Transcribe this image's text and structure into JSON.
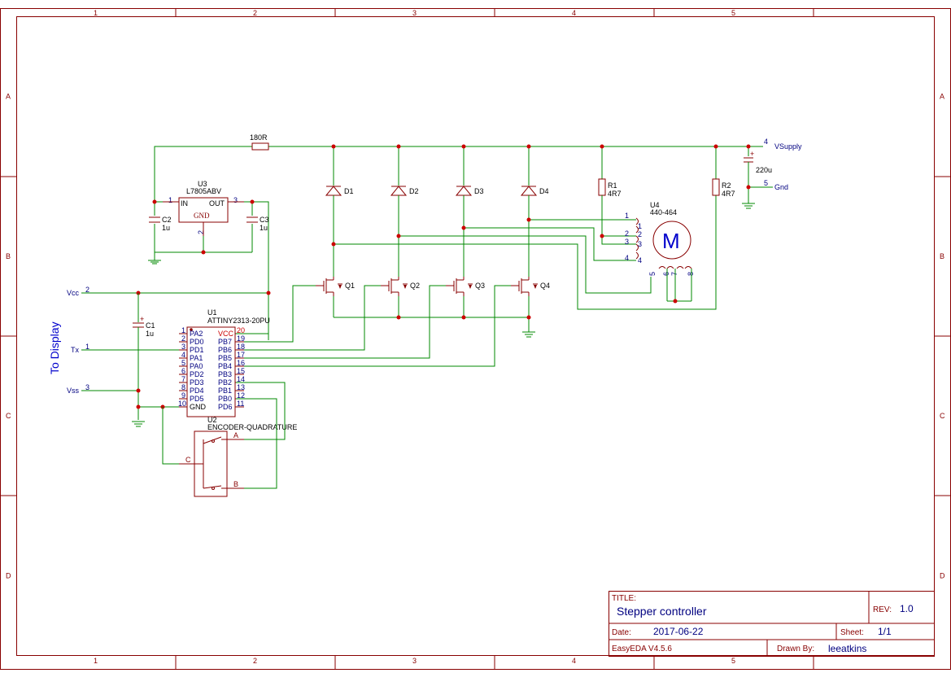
{
  "border": {
    "cols": [
      "1",
      "2",
      "3",
      "4",
      "5"
    ],
    "rows": [
      "A",
      "B",
      "C",
      "D"
    ]
  },
  "labels": {
    "to_display": "To Display",
    "r_180": "180R",
    "u3_ref": "U3",
    "u3_part": "L7805ABV",
    "u3_in": "IN",
    "u3_out": "OUT",
    "u3_gnd": "GND",
    "u3_p1": "1",
    "u3_p2": "2",
    "u3_p3": "3",
    "c2_ref": "C2",
    "c2_val": "1u",
    "c3_ref": "C3",
    "c3_val": "1u",
    "c1_ref": "C1",
    "c1_val": "1u",
    "c4_val": "220u",
    "d1": "D1",
    "d2": "D2",
    "d3": "D3",
    "d4": "D4",
    "r1_ref": "R1",
    "r1_val": "4R7",
    "r2_ref": "R2",
    "r2_val": "4R7",
    "q1": "Q1",
    "q2": "Q2",
    "q3": "Q3",
    "q4": "Q4",
    "u4_ref": "U4",
    "u4_part": "440-464",
    "motor": "M",
    "net_vcc": "Vcc",
    "net_tx": "Tx",
    "net_vss": "Vss",
    "net_vsupply": "VSupply",
    "net_gnd": "Gnd",
    "pin_vcc": "2",
    "pin_tx": "1",
    "pin_vss": "3",
    "pin_vsupply": "4",
    "pin_gnd": "5",
    "u1_ref": "U1",
    "u1_part": "ATTINY2313-20PU",
    "u2_ref": "U2",
    "u2_part": "ENCODER-QUADRATURE",
    "enc_a": "A",
    "enc_b": "B",
    "enc_c": "C",
    "motor_pins": [
      "1",
      "2",
      "3",
      "4",
      "5",
      "6",
      "7",
      "8"
    ]
  },
  "u1_left": [
    {
      "num": "1",
      "name": "PA2"
    },
    {
      "num": "2",
      "name": "PD0"
    },
    {
      "num": "3",
      "name": "PD1"
    },
    {
      "num": "4",
      "name": "PA1"
    },
    {
      "num": "5",
      "name": "PA0"
    },
    {
      "num": "6",
      "name": "PD2"
    },
    {
      "num": "7",
      "name": "PD3"
    },
    {
      "num": "8",
      "name": "PD4"
    },
    {
      "num": "9",
      "name": "PD5"
    },
    {
      "num": "10",
      "name": "GND"
    }
  ],
  "u1_right": [
    {
      "num": "20",
      "name": "VCC"
    },
    {
      "num": "19",
      "name": "PB7"
    },
    {
      "num": "18",
      "name": "PB6"
    },
    {
      "num": "17",
      "name": "PB5"
    },
    {
      "num": "16",
      "name": "PB4"
    },
    {
      "num": "15",
      "name": "PB3"
    },
    {
      "num": "14",
      "name": "PB2"
    },
    {
      "num": "13",
      "name": "PB1"
    },
    {
      "num": "12",
      "name": "PB0"
    },
    {
      "num": "11",
      "name": "PD6"
    }
  ],
  "title_block": {
    "title_label": "TITLE:",
    "title": "Stepper controller",
    "rev_label": "REV:",
    "rev": "1.0",
    "date_label": "Date:",
    "date": "2017-06-22",
    "sheet_label": "Sheet:",
    "sheet": "1/1",
    "tool": "EasyEDA V4.5.6",
    "drawn_label": "Drawn By:",
    "drawn_by": "leeatkins"
  },
  "colors": {
    "border": "#880000",
    "wire": "#008800",
    "label": "#000080",
    "junction": "#cc0000"
  }
}
